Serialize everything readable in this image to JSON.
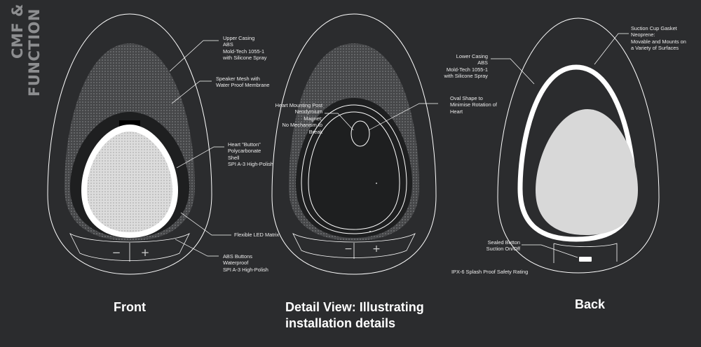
{
  "title_lines": [
    "CMF &",
    "FUNCTION"
  ],
  "views": {
    "front": "Front",
    "detail": [
      "Detail View:  Illustrating",
      "installation details"
    ],
    "back": "Back"
  },
  "callouts": {
    "upper_casing": [
      "Upper Casing",
      "ABS",
      "Mold-Tech 1055-1",
      "with Silicone Spray"
    ],
    "speaker_mesh": [
      "Speaker Mesh with",
      "Water Proof Membrane"
    ],
    "heart_button": [
      "Heart \"Button\"",
      "Polycarbonate",
      "Shell",
      "SPI A-3 High-Polish"
    ],
    "led_matrix": [
      "Flexible LED Matrix"
    ],
    "abs_buttons": [
      "ABS Buttons",
      "Waterproof",
      "SPI A-3 High-Polish"
    ],
    "mounting_post": [
      "Heart Mounting Post",
      "Neodymium",
      "Magnet:",
      "No Mechanism to",
      "Break"
    ],
    "oval_shape": [
      "Oval Shape to",
      "Minimise Rotation of",
      "Heart"
    ],
    "lower_casing": [
      "Lower Casing",
      "ABS",
      "Mold-Tech 1055-1",
      "with Silicone Spray"
    ],
    "suction_gasket": [
      "Suction Cup Gasket",
      "Neoprene:",
      "Movable and Mounts on",
      "a Variety of Surfaces"
    ],
    "sealed_button": [
      "Sealed Button",
      "Suction On/Off"
    ],
    "ipx": [
      "IPX-6 Splash Proof Safety Rating"
    ]
  },
  "button_symbols": {
    "minus": "−",
    "plus": "+"
  },
  "colors": {
    "background": "#2b2c2e",
    "line": "#ffffff",
    "mesh": "#5a5b5d",
    "heart_fill": "#d8d8d8",
    "title_gray": "#8d8e90"
  }
}
